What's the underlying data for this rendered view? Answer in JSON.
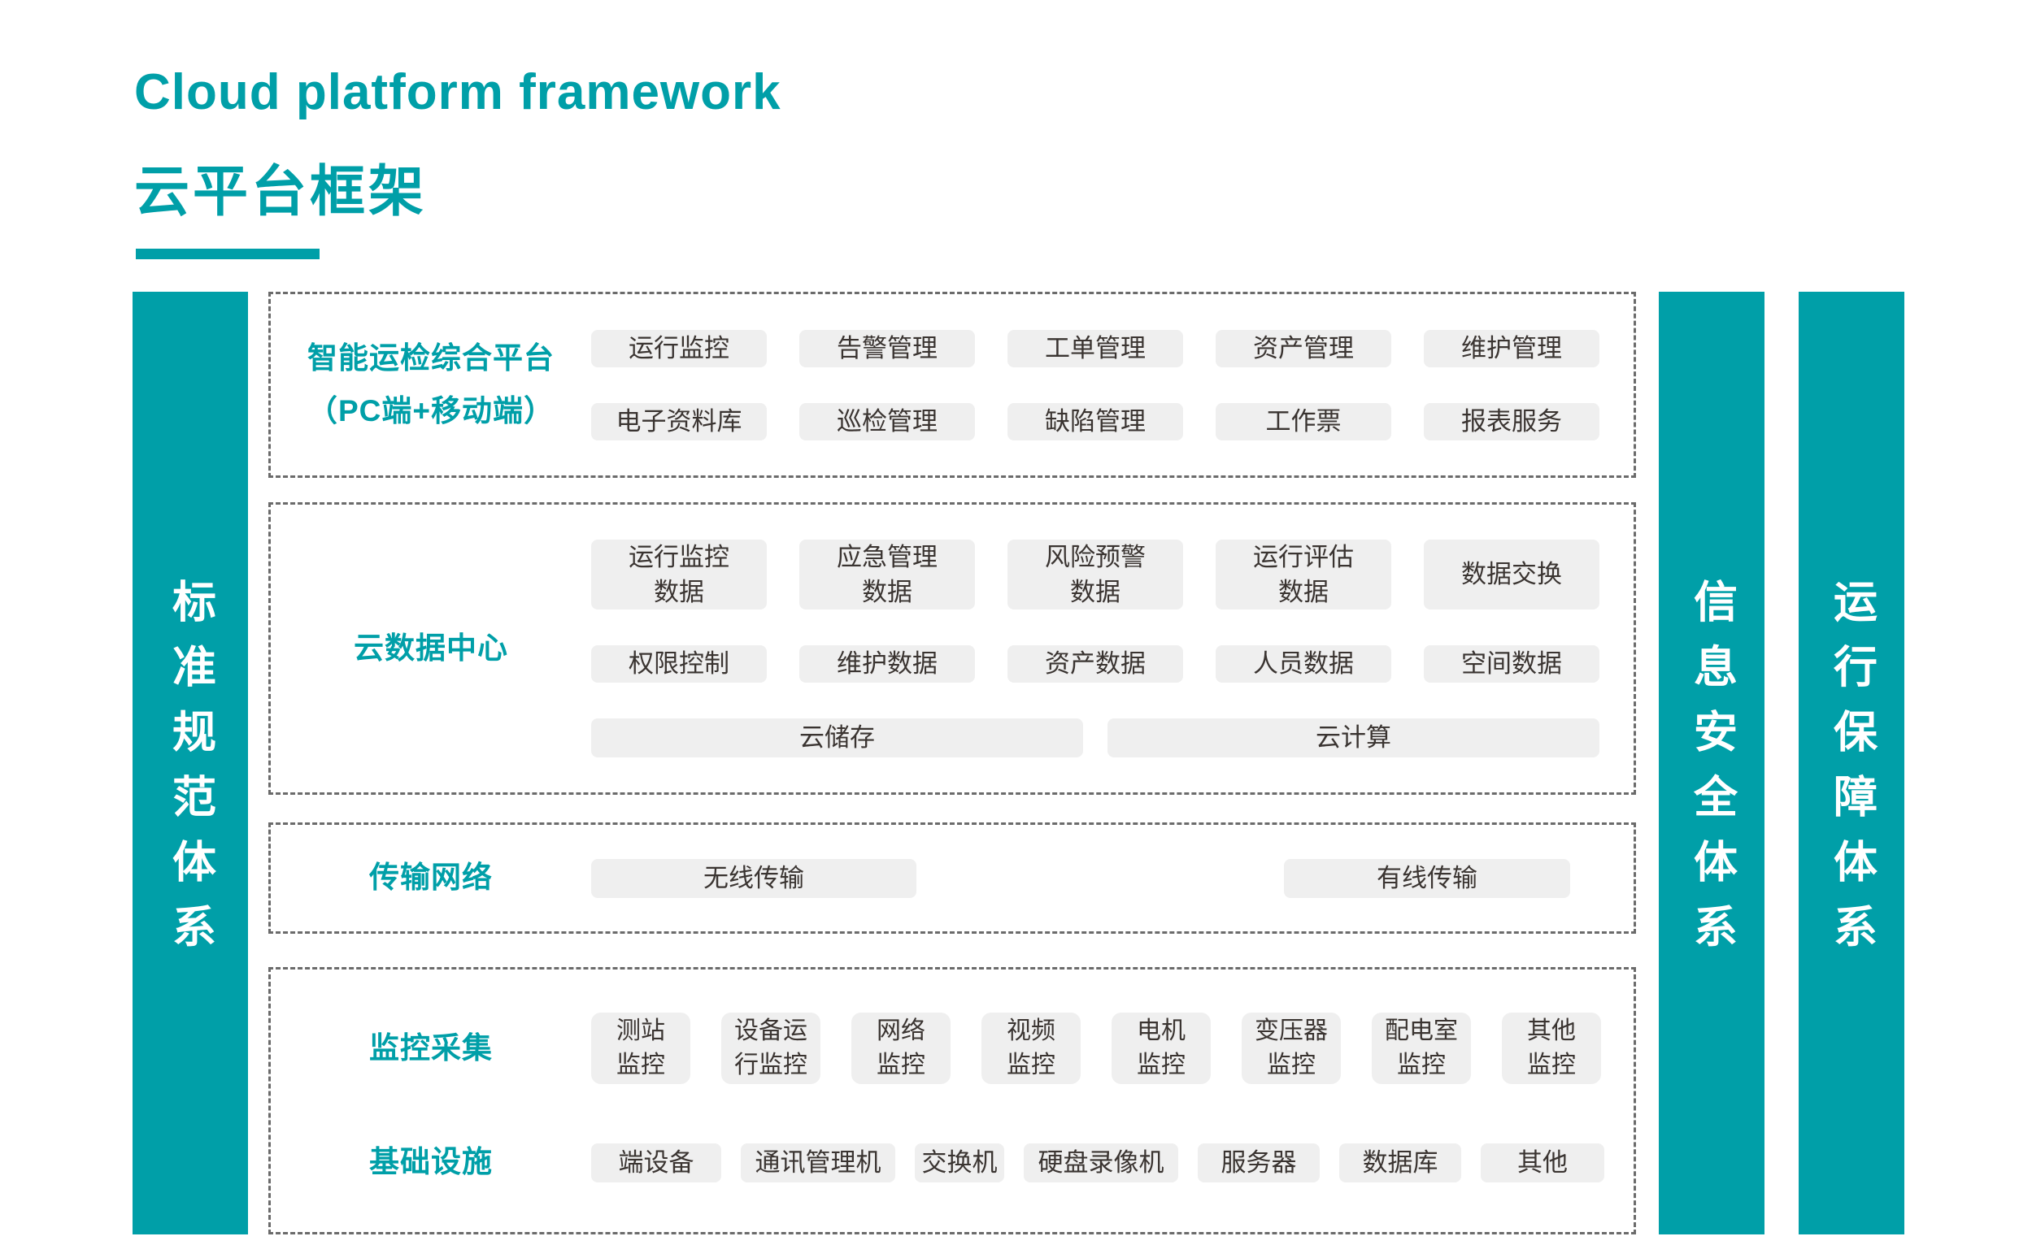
{
  "header": {
    "title_en": "Cloud platform framework",
    "title_zh": "云平台框架"
  },
  "colors": {
    "accent_teal": "#009FA8",
    "chip_background": "#EFEFEF",
    "chip_text": "#3A3431",
    "dashed_border": "#6B6B6B"
  },
  "left_bar": {
    "label": "标准规范体系"
  },
  "right_bars": {
    "info_security": {
      "label": "信息安全体系"
    },
    "operation_support": {
      "label": "运行保障体系"
    }
  },
  "layers": {
    "platform": {
      "label": "智能运检综合平台\n（PC端+移动端）",
      "row1": [
        "运行监控",
        "告警管理",
        "工单管理",
        "资产管理",
        "维护管理"
      ],
      "row2": [
        "电子资料库",
        "巡检管理",
        "缺陷管理",
        "工作票",
        "报表服务"
      ]
    },
    "data_center": {
      "label": "云数据中心",
      "row1": [
        "运行监控\n数据",
        "应急管理\n数据",
        "风险预警\n数据",
        "运行评估\n数据",
        "数据交换"
      ],
      "row2": [
        "权限控制",
        "维护数据",
        "资产数据",
        "人员数据",
        "空间数据"
      ],
      "row3": [
        "云储存",
        "云计算"
      ]
    },
    "network": {
      "label": "传输网络",
      "row1": [
        "无线传输",
        "有线传输"
      ]
    },
    "collection": {
      "monitor": {
        "label": "监控采集",
        "row": [
          "测站\n监控",
          "设备运\n行监控",
          "网络\n监控",
          "视频\n监控",
          "电机\n监控",
          "变压器\n监控",
          "配电室\n监控",
          "其他\n监控"
        ]
      },
      "infra": {
        "label": "基础设施",
        "row": [
          "端设备",
          "通讯管理机",
          "交换机",
          "硬盘录像机",
          "服务器",
          "数据库",
          "其他"
        ]
      }
    }
  }
}
